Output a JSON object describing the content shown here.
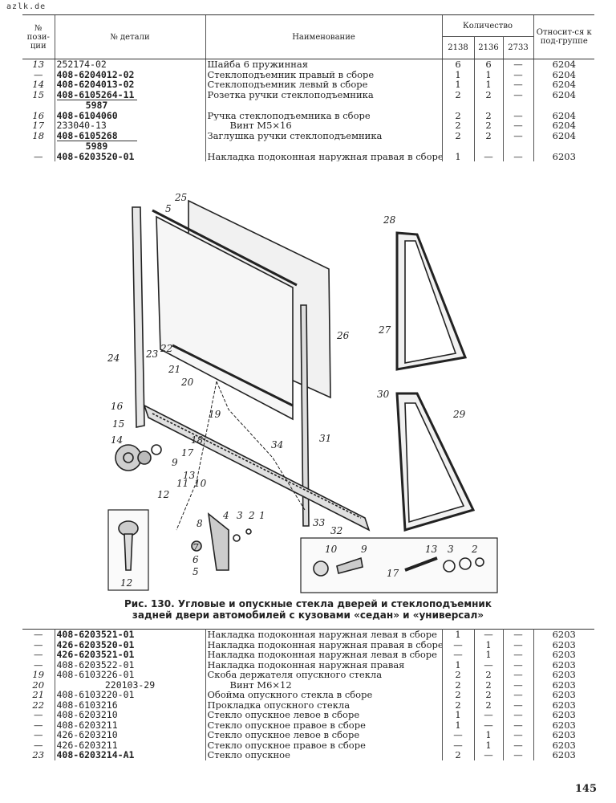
{
  "site": "azlk.de",
  "header": {
    "pos": "№ пози-\nции",
    "part": "№ детали",
    "name": "Наименование",
    "qty": "Количество",
    "q1": "2138",
    "q2": "2136",
    "q3": "2733",
    "group": "Относит-ся к под-группе"
  },
  "top_rows": [
    {
      "pos": "13",
      "part": "252174-02",
      "bold": false,
      "name": "Шайба 6 пружинная",
      "q1": "6",
      "q2": "6",
      "q3": "—",
      "group": "6204"
    },
    {
      "pos": "—",
      "part": "408-6204012-02",
      "bold": true,
      "name": "Стеклоподъемник правый в сборе",
      "q1": "1",
      "q2": "1",
      "q3": "—",
      "group": "6204"
    },
    {
      "pos": "14",
      "part": "408-6204013-02",
      "bold": true,
      "name": "Стеклоподъемник левый в сборе",
      "q1": "1",
      "q2": "1",
      "q3": "—",
      "group": "6204"
    },
    {
      "pos": "15",
      "part": "408-6105264-11",
      "part2": "5987",
      "bold": true,
      "name": "Розетка ручки стеклоподъемника",
      "q1": "2",
      "q2": "2",
      "q3": "—",
      "group": "6204"
    },
    {
      "pos": "16",
      "part": "408-6104060",
      "bold": true,
      "name": "Ручка стеклоподъемника в сборе",
      "q1": "2",
      "q2": "2",
      "q3": "—",
      "group": "6204"
    },
    {
      "pos": "17",
      "part": "233040-13",
      "bold": false,
      "name": "Винт М5×16",
      "indent": true,
      "q1": "2",
      "q2": "2",
      "q3": "—",
      "group": "6204"
    },
    {
      "pos": "18",
      "part": "408-6105268",
      "part2": "5989",
      "bold": true,
      "name": "Заглушка ручки стеклоподъемника",
      "q1": "2",
      "q2": "2",
      "q3": "—",
      "group": "6204"
    },
    {
      "pos": "—",
      "part": "408-6203520-01",
      "bold": true,
      "name": "Накладка подоконная наружная правая в сборе",
      "q1": "1",
      "q2": "—",
      "q3": "—",
      "group": "6203"
    }
  ],
  "figure": {
    "labels": [
      "25",
      "5",
      "24",
      "23",
      "22",
      "21",
      "20",
      "19",
      "26",
      "28",
      "27",
      "30",
      "29",
      "16",
      "15",
      "14",
      "18",
      "17",
      "9",
      "13",
      "12",
      "11",
      "10",
      "34",
      "31",
      "8",
      "7",
      "6",
      "5",
      "4",
      "3",
      "2",
      "1",
      "33",
      "32"
    ],
    "detail_labels": [
      "10",
      "9",
      "17",
      "13",
      "3",
      "2"
    ],
    "handle_label": "12"
  },
  "caption": {
    "line1": "Рис. 130. Угловые и опускные стекла дверей и стеклоподъемник",
    "line2": "задней двери автомобилей с кузовами «седан» и «универсал»"
  },
  "bottom_rows": [
    {
      "pos": "—",
      "part": "408-6203521-01",
      "bold": true,
      "name": "Накладка подоконная наружная левая в сборе",
      "q1": "1",
      "q2": "—",
      "q3": "—",
      "group": "6203"
    },
    {
      "pos": "—",
      "part": "426-6203520-01",
      "bold": true,
      "name": "Накладка подоконная наружная правая в сборе",
      "q1": "—",
      "q2": "1",
      "q3": "—",
      "group": "6203"
    },
    {
      "pos": "—",
      "part": "426-6203521-01",
      "bold": true,
      "name": "Накладка подоконная наружная левая в сборе",
      "q1": "—",
      "q2": "1",
      "q3": "—",
      "group": "6203"
    },
    {
      "pos": "—",
      "part": "408-6203522-01",
      "bold": false,
      "name": "Накладка подоконная наружная правая",
      "q1": "1",
      "q2": "—",
      "q3": "—",
      "group": "6203"
    },
    {
      "pos": "19",
      "part": "408-6103226-01",
      "bold": false,
      "name": "Скоба держателя опускного стекла",
      "q1": "2",
      "q2": "2",
      "q3": "—",
      "group": "6203"
    },
    {
      "pos": "20",
      "part": "220103-29",
      "bold": false,
      "center": true,
      "name": "Винт М6×12",
      "indent": true,
      "q1": "2",
      "q2": "2",
      "q3": "—",
      "group": "6203"
    },
    {
      "pos": "21",
      "part": "408-6103220-01",
      "bold": false,
      "name": "Обойма опускного стекла в сборе",
      "q1": "2",
      "q2": "2",
      "q3": "—",
      "group": "6203"
    },
    {
      "pos": "22",
      "part": "408-6103216",
      "bold": false,
      "name": "Прокладка опускного стекла",
      "q1": "2",
      "q2": "2",
      "q3": "—",
      "group": "6203"
    },
    {
      "pos": "—",
      "part": "408-6203210",
      "bold": false,
      "name": "Стекло опускное левое в сборе",
      "q1": "1",
      "q2": "—",
      "q3": "—",
      "group": "6203"
    },
    {
      "pos": "—",
      "part": "408-6203211",
      "bold": false,
      "name": "Стекло опускное правое в сборе",
      "q1": "1",
      "q2": "—",
      "q3": "—",
      "group": "6203"
    },
    {
      "pos": "—",
      "part": "426-6203210",
      "bold": false,
      "name": "Стекло опускное левое в сборе",
      "q1": "—",
      "q2": "1",
      "q3": "—",
      "group": "6203"
    },
    {
      "pos": "—",
      "part": "426-6203211",
      "bold": false,
      "name": "Стекло опускное правое в сборе",
      "q1": "—",
      "q2": "1",
      "q3": "—",
      "group": "6203"
    },
    {
      "pos": "23",
      "part": "408-6203214-А1",
      "bold": true,
      "name": "Стекло опускное",
      "q1": "2",
      "q2": "—",
      "q3": "—",
      "group": "6203"
    }
  ],
  "page_number": "145"
}
